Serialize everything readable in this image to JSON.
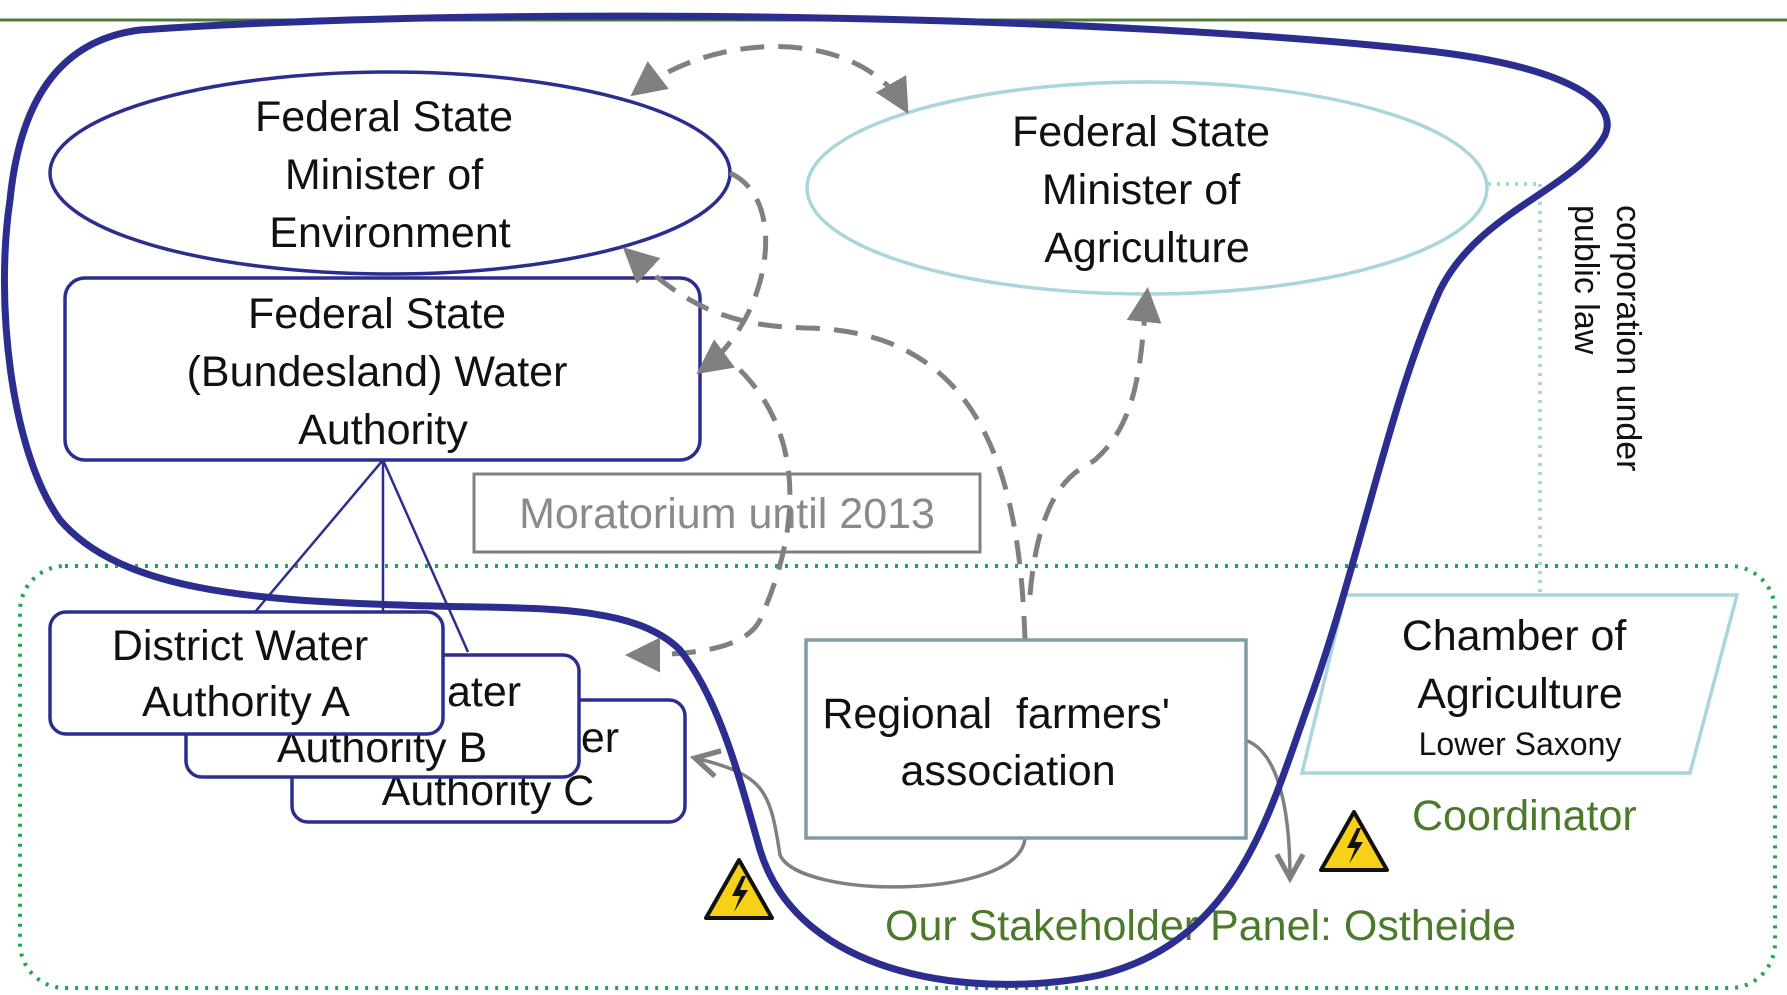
{
  "nodes": {
    "minister_environment": {
      "lines": [
        "Federal State",
        "Minister of",
        "Environment"
      ]
    },
    "minister_agriculture": {
      "lines": [
        "Federal State",
        "Minister of",
        "Agriculture"
      ]
    },
    "water_authority": {
      "lines": [
        "Federal State",
        "(Bundesland) Water",
        "Authority"
      ]
    },
    "district_a": {
      "lines": [
        "District Water",
        "Authority A"
      ]
    },
    "district_b": {
      "lines": [
        "ater",
        "Authority B"
      ]
    },
    "district_c": {
      "lines": [
        "ter",
        "Authority C"
      ]
    },
    "farmers_association": {
      "lines": [
        "Regional  farmers'",
        "association"
      ]
    },
    "chamber": {
      "lines": [
        "Chamber of",
        "Agriculture"
      ],
      "sub": "Lower Saxony"
    }
  },
  "labels": {
    "moratorium": "Moratorium until 2013",
    "corporation": [
      "corporation under",
      "public law"
    ],
    "coordinator": "Coordinator",
    "panel": "Our Stakeholder Panel: Ostheide"
  },
  "icons": [
    "warning-icon",
    "warning-icon"
  ],
  "colors": {
    "navy": "#2B2E8F",
    "teal_light": "#A9D6DC",
    "teal_gray": "#7C9EA3",
    "gray_dash": "#808080",
    "green_text": "#4A7A2A",
    "green_dots": "#1FA84A",
    "top_rule": "#4E7A3A",
    "warning_yellow": "#F7D117"
  }
}
